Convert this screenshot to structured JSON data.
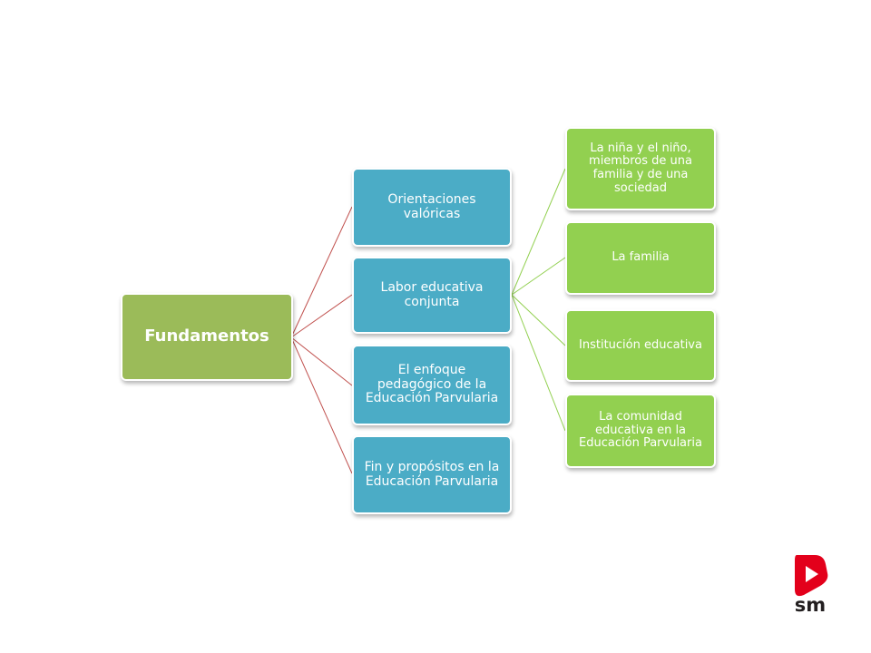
{
  "root": {
    "label": "Fundamentos",
    "color": "#9BBB59"
  },
  "level1": [
    {
      "label": "Orientaciones valóricas"
    },
    {
      "label": "Labor educativa conjunta"
    },
    {
      "label": "El enfoque pedagógico de la Educación Parvularia"
    },
    {
      "label": "Fin y propósitos en la Educación Parvularia"
    }
  ],
  "level2": [
    {
      "label": "La niña y el niño, miembros de una familia y de una sociedad"
    },
    {
      "label": "La familia"
    },
    {
      "label": "Institución educativa"
    },
    {
      "label": "La comunidad educativa en la Educación Parvularia"
    }
  ],
  "colors": {
    "level1": "#4BACC6",
    "level2": "#92D050",
    "connector_root": "#C0504D",
    "connector_level2": "#92D050",
    "logo_red": "#E3001B",
    "logo_dark": "#231F20"
  },
  "logo": {
    "text": "sm"
  }
}
